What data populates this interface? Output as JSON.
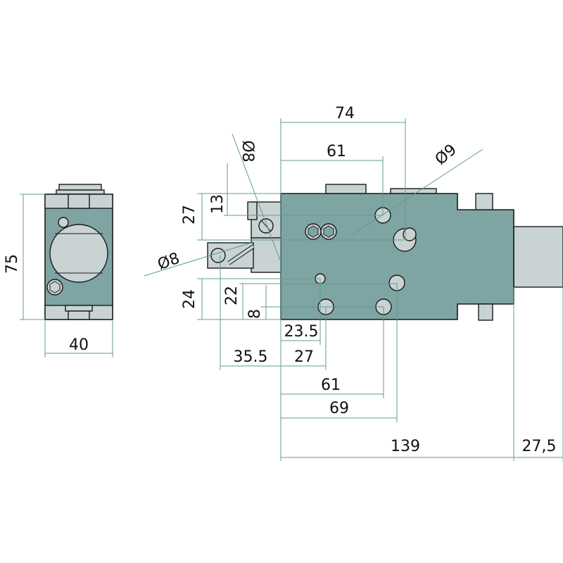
{
  "colors": {
    "body": "#7fa4a4",
    "light": "#c9d3d3",
    "dimension_line": "#5f9c8c"
  },
  "side_view": {
    "height": "75",
    "width": "40"
  },
  "front_view": {
    "top": {
      "overall_74": "74",
      "hole_61": "61",
      "dia_9": "Ø9",
      "dia_8_top": "Ø8"
    },
    "left": {
      "dia_8_left": "Ø8",
      "dim_27": "27",
      "dim_13": "13",
      "dim_24": "24",
      "dim_22": "22",
      "dim_8": "8"
    },
    "bottom": {
      "dim_23_5": "23.5",
      "dim_35_5": "35.5",
      "dim_27": "27",
      "dim_61": "61",
      "dim_69": "69",
      "dim_139": "139",
      "dim_27_5": "27,5"
    }
  }
}
